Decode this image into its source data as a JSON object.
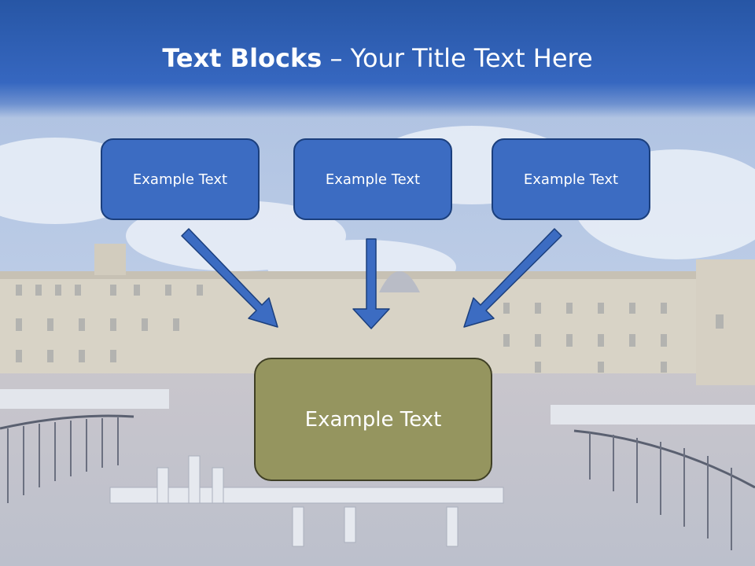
{
  "slide": {
    "title_bold": "Text Blocks",
    "title_dash": " – ",
    "title_rest": "Your Title Text Here"
  },
  "blocks": [
    {
      "label": "Example Text"
    },
    {
      "label": "Example Text"
    },
    {
      "label": "Example Text"
    }
  ],
  "target_block": {
    "label": "Example Text"
  },
  "colors": {
    "header": "#2756a5",
    "block_fill": "#3c6cc2",
    "block_border": "#1b3f7d",
    "target_fill": "#95955f",
    "arrow_fill": "#3c6cc2"
  }
}
